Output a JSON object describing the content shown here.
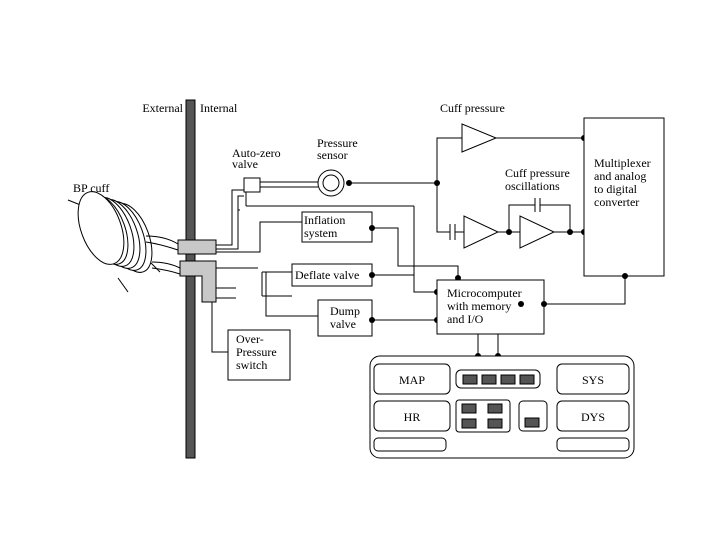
{
  "labels": {
    "external": "External",
    "internal": "Internal",
    "cuff_pressure": "Cuff pressure",
    "auto_zero_1": "Auto-zero",
    "auto_zero_2": "valve",
    "pressure_sensor_1": "Pressure",
    "pressure_sensor_2": "sensor",
    "bp_cuff": "BP cuff",
    "cuff_osc_1": "Cuff pressure",
    "cuff_osc_2": "oscillations",
    "mux_1": "Multiplexer",
    "mux_2": "and analog",
    "mux_3": "to digital",
    "mux_4": "converter",
    "inflation_1": "Inflation",
    "inflation_2": "system",
    "deflate": "Deflate valve",
    "dump_1": "Dump",
    "dump_2": "valve",
    "micro_1": "Microcomputer",
    "micro_2": "with memory",
    "micro_3": "and I/O",
    "overp_1": "Over-",
    "overp_2": "Pressure",
    "overp_3": "switch"
  },
  "display_panel": {
    "map": "MAP",
    "sys": "SYS",
    "hr": "HR",
    "dys": "DYS"
  },
  "colors": {
    "line": "#000000",
    "wall": "#555555",
    "led": "#555555",
    "fitting": "#c8c8c8"
  }
}
